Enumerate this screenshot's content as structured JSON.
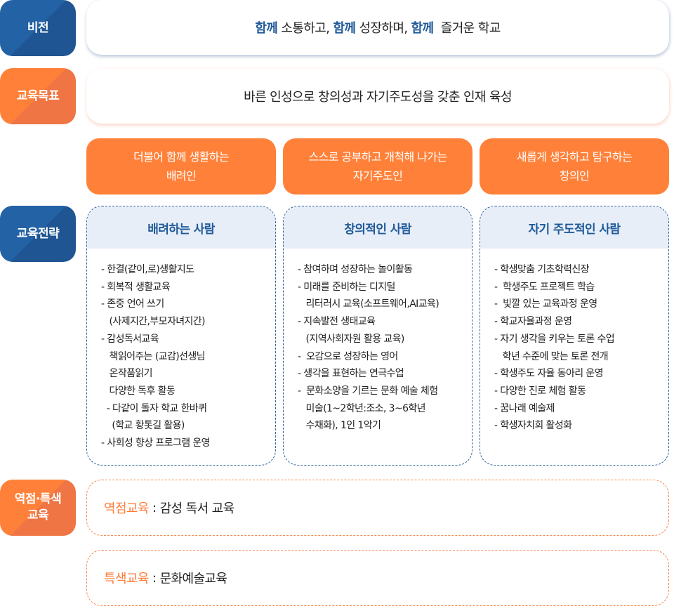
{
  "rows": {
    "vision": {
      "badge": "비전",
      "parts": [
        {
          "text": "함께",
          "highlight": true
        },
        {
          "text": " 소통하고, ",
          "highlight": false
        },
        {
          "text": "함께",
          "highlight": true
        },
        {
          "text": " 성장하며, ",
          "highlight": false
        },
        {
          "text": "함께",
          "highlight": true
        },
        {
          "text": "  즐거운 학교",
          "highlight": false
        }
      ]
    },
    "goal": {
      "badge": "교육목표",
      "text": "바른 인성으로 창의성과 자기주도성을 갖춘 인재 육성"
    },
    "persons": [
      {
        "line1": "더불어 함께 생활하는",
        "line2": "배려인"
      },
      {
        "line1": "스스로 공부하고 개척해 나가는",
        "line2": "자기주도인"
      },
      {
        "line1": "새롭게 생각하고 탐구하는",
        "line2": "창의인"
      }
    ],
    "strategy": {
      "badge": "교육전략",
      "columns": [
        {
          "title": "배려하는 사람",
          "items": [
            "- 한결(같이,로)생활지도",
            "- 회복적 생활교육",
            "- 존중 언어 쓰기",
            "   (사제지간,부모자녀지간)",
            "- 감성독서교육",
            "   책읽어주는 (교감)선생님",
            "   온작품읽기",
            "   다양한 독후 활동",
            "  - 다같이 돌자 학교 한바퀴",
            "    (학교 황톳길 활용)",
            "- 사회성 향상 프로그램 운영"
          ]
        },
        {
          "title": "창의적인 사람",
          "items": [
            "- 참여하며 성장하는 놀이활동",
            "- 미래를 준비하는 디지털",
            "   리터러시 교육(소프트웨어,AI교육)",
            "- 지속발전 생태교육",
            "   (지역사회자원 활용 교육)",
            "-  오감으로 성장하는 영어",
            "- 생각을 표현하는 연극수업",
            "-  문화소양을 기르는 문화 예술 체험",
            "   미술(1~2학년:조소, 3~6학년",
            "   수채화), 1인 1악기"
          ]
        },
        {
          "title": "자기 주도적인 사람",
          "items": [
            "- 학생맞춤 기초학력신장",
            "-  학생주도 프로젝트 학습",
            "-  빛깔 있는 교육과정 운영",
            "- 학교자율과정 운영",
            "- 자기 생각을 키우는 토론 수업",
            "   학년 수준에 맞는 토론 전개",
            "- 학생주도 자율 동아리 운영",
            "- 다양한 진로 체험 활동",
            "- 꿈나래 예술제",
            "- 학생자치회 활성화"
          ]
        }
      ]
    },
    "special": {
      "badge_line1": "역점·특색",
      "badge_line2": "교육",
      "items": [
        {
          "label": "역점교육",
          "sep": " : ",
          "text": "감성 독서 교육"
        },
        {
          "label": "특색교육",
          "sep": " : ",
          "text": "문화예술교육"
        }
      ]
    }
  },
  "colors": {
    "blue": "#2462a6",
    "blue_dark": "#1e5592",
    "orange": "#ff8139",
    "orange_dark": "#ef7545",
    "strategy_head_bg": "#e8eef8",
    "highlight_text": "#1f5a9a"
  }
}
